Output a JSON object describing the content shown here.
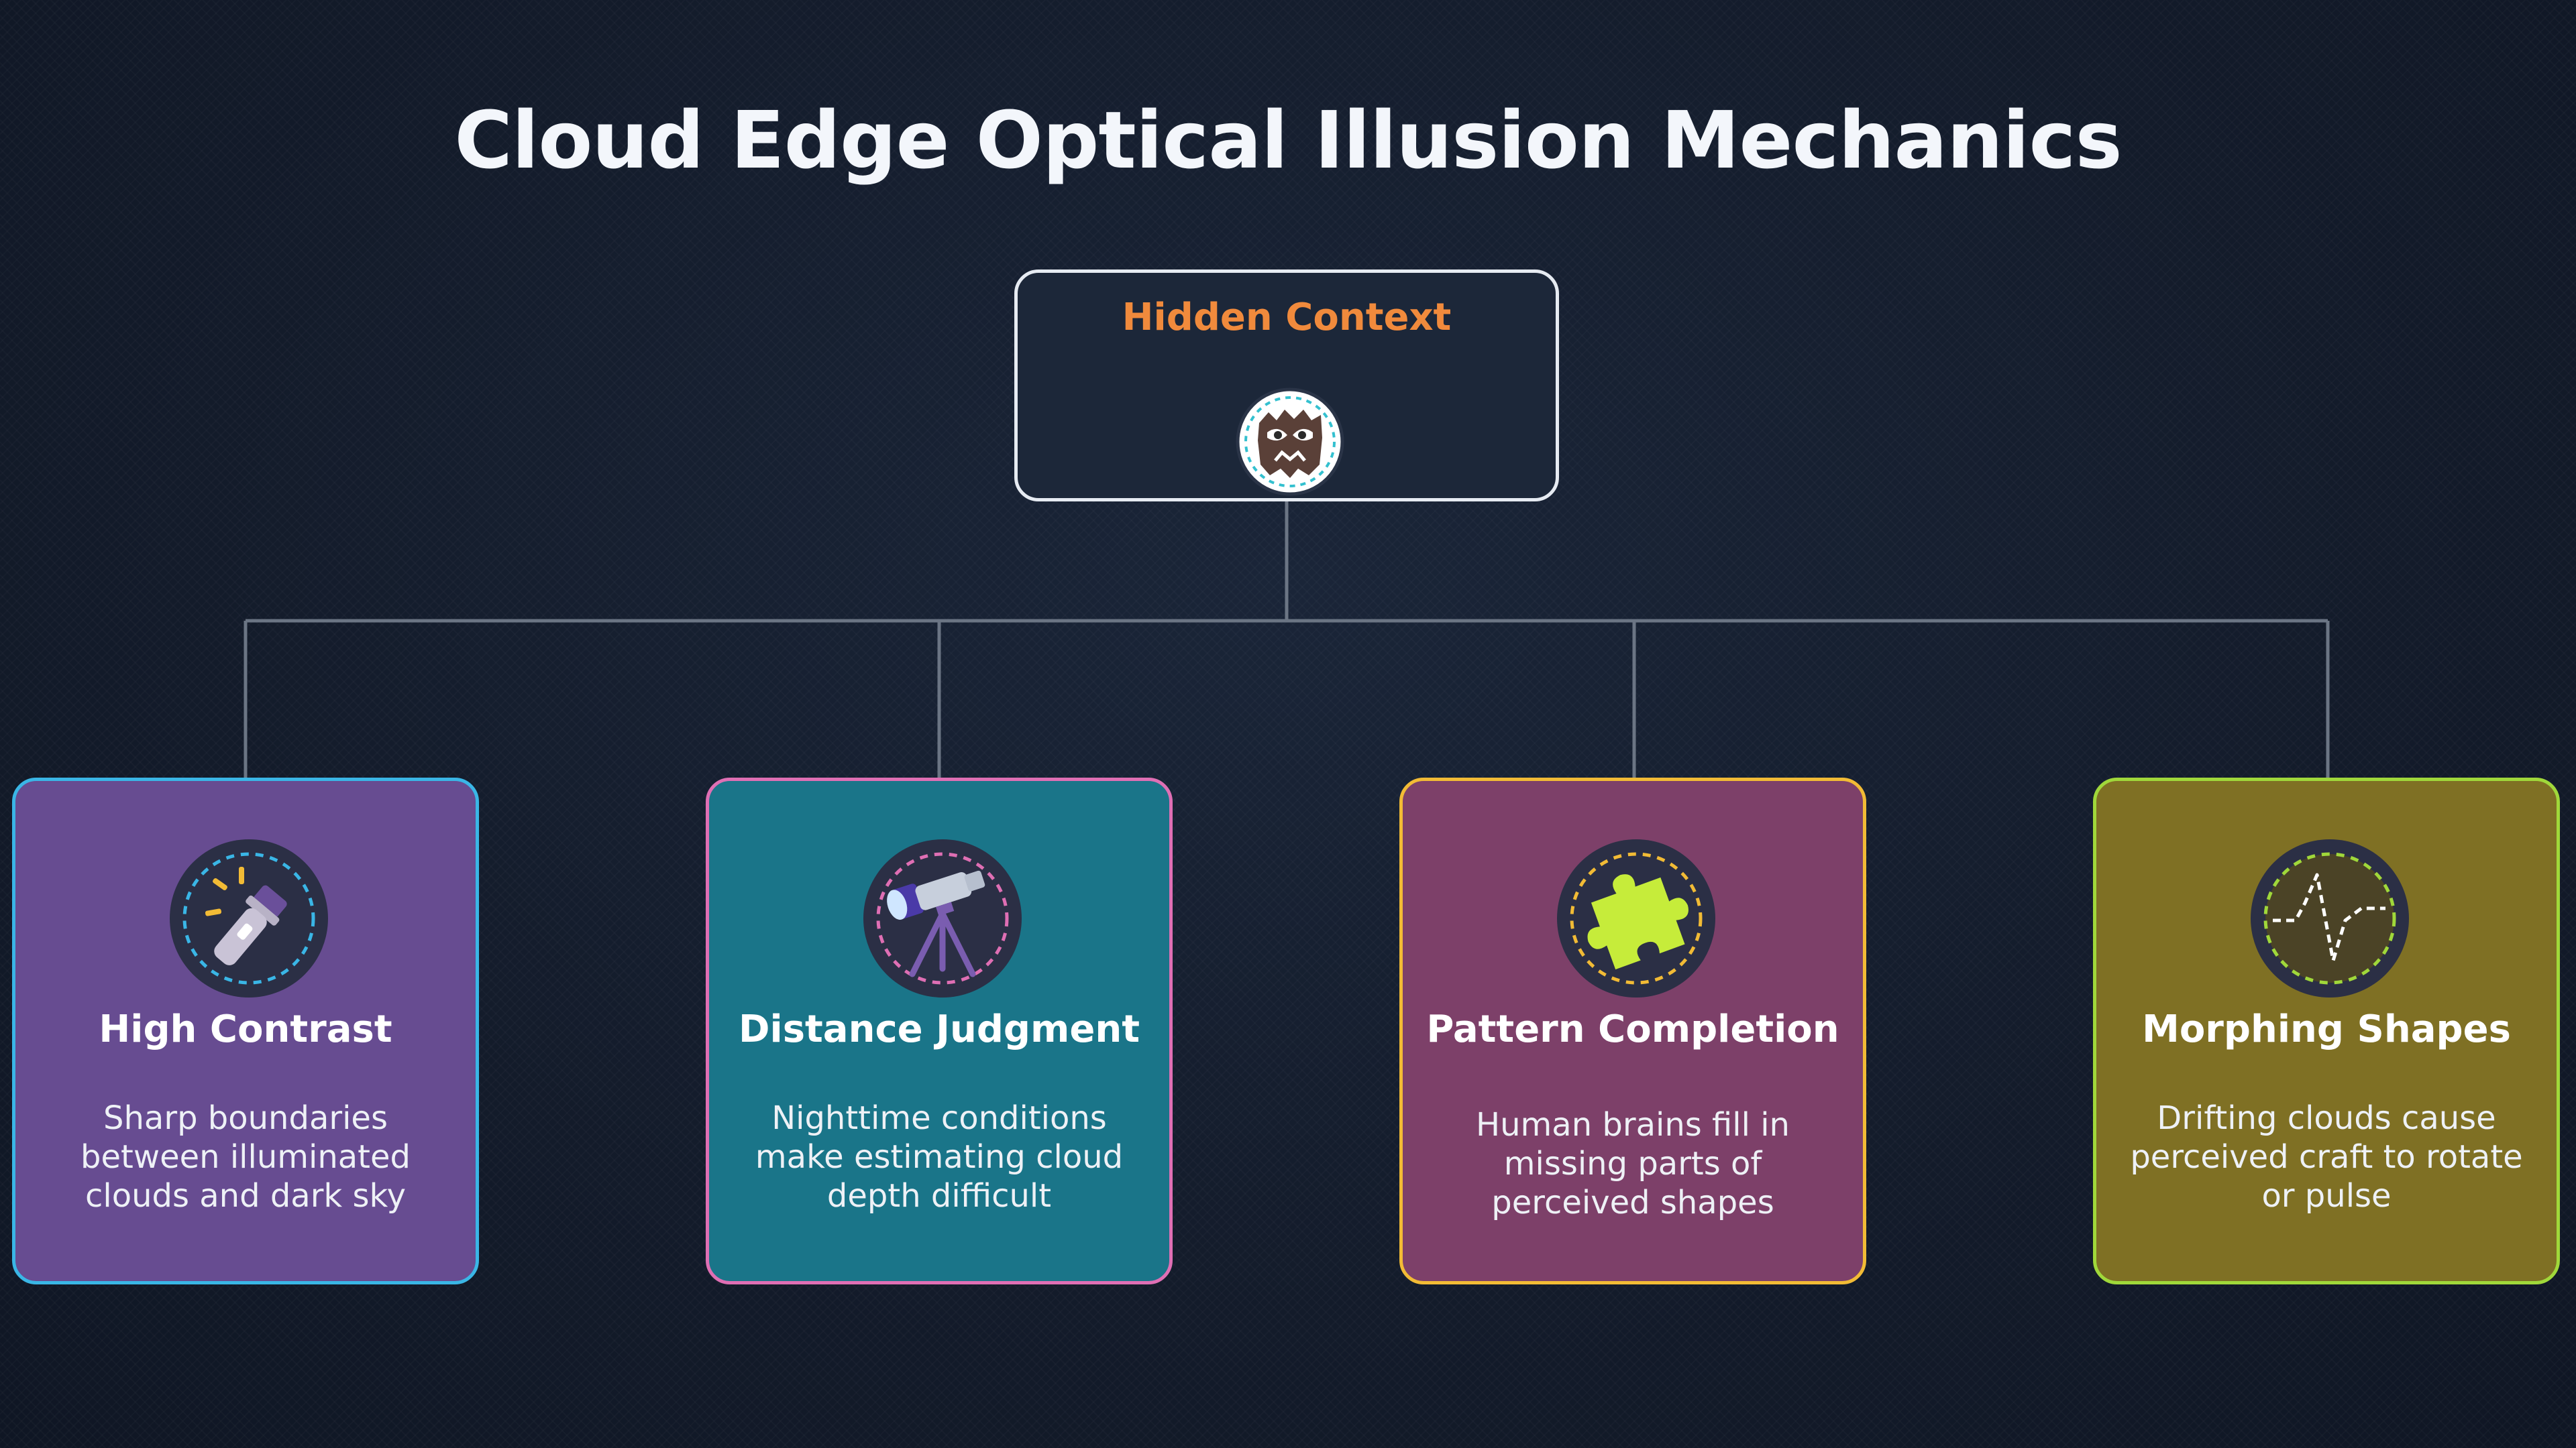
{
  "title": "Cloud Edge Optical Illusion Mechanics",
  "root": {
    "label": "Hidden Context",
    "icon": "masked-face-icon",
    "color": "#f08a3c"
  },
  "nodes": [
    {
      "label": "High Contrast",
      "description": "Sharp boundaries between illuminated clouds and dark sky",
      "icon": "flashlight-icon",
      "fill": "#674c91",
      "border": "#3ab6e6"
    },
    {
      "label": "Distance Judgment",
      "description": "Nighttime conditions make estimating cloud depth difficult",
      "icon": "telescope-icon",
      "fill": "#1a7589",
      "border": "#df6fb4"
    },
    {
      "label": "Pattern Completion",
      "description": "Human brains fill in missing parts of perceived shapes",
      "icon": "puzzle-piece-icon",
      "fill": "#7d4069",
      "border": "#f2bb35"
    },
    {
      "label": "Morphing Shapes",
      "description": "Drifting clouds cause perceived craft to rotate or pulse",
      "icon": "pulse-wave-icon",
      "fill": "#7f7024",
      "border": "#a0d83a"
    }
  ],
  "connector_color": "#6b7584"
}
